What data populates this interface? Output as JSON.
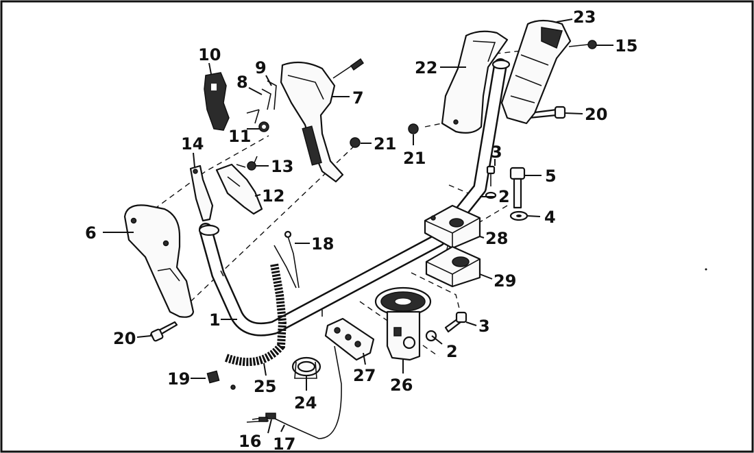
{
  "diagram": {
    "labels": {
      "l1": "1",
      "l2a": "2",
      "l2b": "2",
      "l3a": "3",
      "l3b": "3",
      "l4": "4",
      "l5": "5",
      "l6": "6",
      "l7": "7",
      "l8": "8",
      "l9": "9",
      "l10": "10",
      "l11": "11",
      "l12": "12",
      "l13": "13",
      "l14": "14",
      "l15": "15",
      "l16": "16",
      "l17": "17",
      "l18": "18",
      "l19": "19",
      "l20a": "20",
      "l20b": "20",
      "l21a": "21",
      "l21b": "21",
      "l22": "22",
      "l23": "23",
      "l24": "24",
      "l25": "25",
      "l26": "26",
      "l27": "27",
      "l28": "28",
      "l29": "29"
    }
  }
}
